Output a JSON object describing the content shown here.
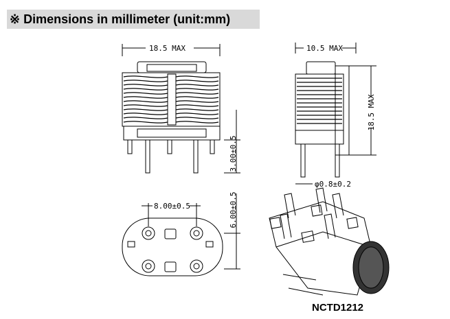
{
  "header": {
    "title": "※ Dimensions in millimeter (unit:mm)"
  },
  "dimensions": {
    "front_width": "18.5 MAX",
    "front_pin_length": "3.00±0.5",
    "side_width": "10.5 MAX",
    "side_height": "18.5 MAX",
    "pin_diameter": "φ0.8±0.2",
    "bottom_pitch": "8.00±0.5",
    "bottom_row_spacing": "6.00±0.5"
  },
  "model": {
    "name": "NCTD1212"
  }
}
